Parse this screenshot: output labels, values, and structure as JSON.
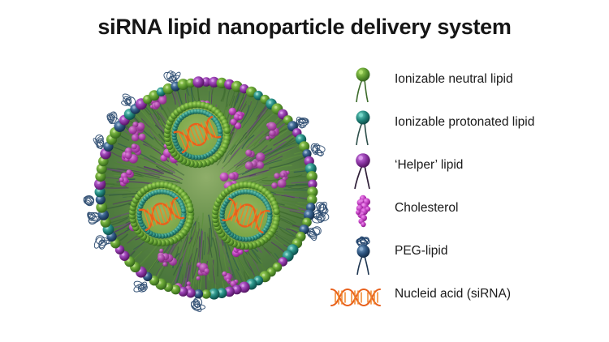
{
  "figure": {
    "title": "siRNA lipid nanoparticle delivery system",
    "background_color": "#ffffff",
    "title_color": "#161616"
  },
  "nanoparticle": {
    "name": "lipid nanoparticle cross-section",
    "shell_colors": [
      "#4f8a2a",
      "#6fae3a",
      "#1d7a72",
      "#2fa59a",
      "#7b2d8e",
      "#a14bb5",
      "#24466e",
      "#3d6a96"
    ],
    "interior_tail_color": "#4a7a3c",
    "cholesterol_color": "#c13fc1",
    "peg_coil_color": "#2b4a6f",
    "sirna_color": "#e8601c",
    "vesicle_count": 3,
    "vesicle_bead_color": "#3d8f45"
  },
  "legend": {
    "items": [
      {
        "icon": "lipid-green-head-icon",
        "label": "Ionizable neutral lipid",
        "head_color": "#4f8a2a",
        "head_highlight": "#84c24a",
        "tail_color": "#3c6b2a"
      },
      {
        "icon": "lipid-teal-head-icon",
        "label": "Ionizable protonated lipid",
        "head_color": "#125f58",
        "head_highlight": "#3aa79b",
        "tail_color": "#2d4f4a"
      },
      {
        "icon": "lipid-purple-head-icon",
        "label": "‘Helper’ lipid",
        "head_color": "#7b2d8e",
        "head_highlight": "#b968d4",
        "tail_color": "#3a2440"
      },
      {
        "icon": "cholesterol-cluster-icon",
        "label": "Cholesterol",
        "head_color": "#b030b8",
        "head_highlight": "#e27ae8",
        "tail_color": "#8e2596"
      },
      {
        "icon": "peg-lipid-icon",
        "label": "PEG-lipid",
        "head_color": "#2b4a6f",
        "head_highlight": "#5f87b0",
        "tail_color": "#1e3550"
      },
      {
        "icon": "sirna-double-helix-icon",
        "label": "Nucleid acid (siRNA)",
        "head_color": "#e8601c",
        "head_highlight": "#f6a13a",
        "tail_color": "#e8601c"
      }
    ]
  }
}
